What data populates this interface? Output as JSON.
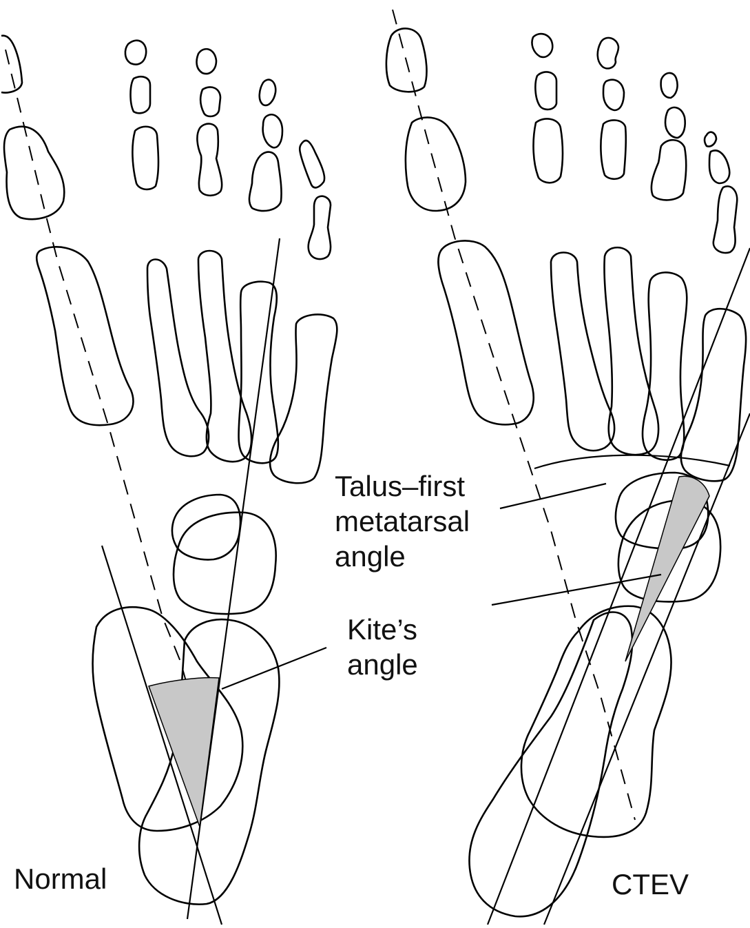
{
  "labels": {
    "normal": "Normal",
    "ctev": "CTEV",
    "talus_first_line1": "Talus–first",
    "talus_first_line2": "metatarsal",
    "talus_first_line3": "angle",
    "kites_line1": "Kite’s",
    "kites_line2": "angle"
  },
  "colors": {
    "outline": "#000000",
    "shaded_angle": "#c8c8c8",
    "background": "#ffffff"
  }
}
